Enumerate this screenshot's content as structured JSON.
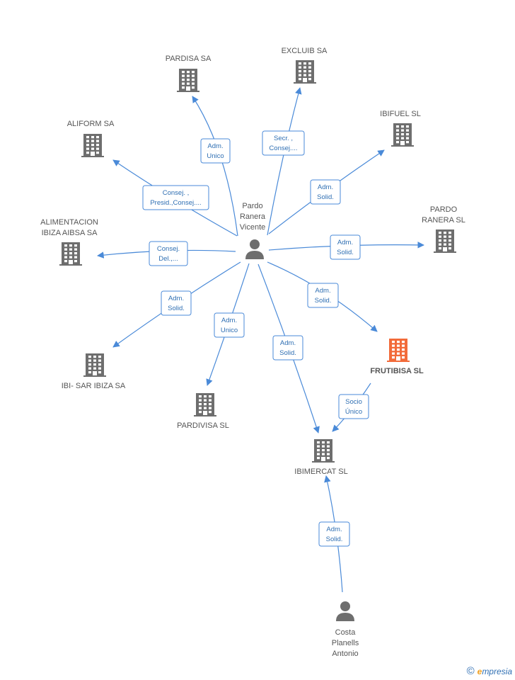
{
  "colors": {
    "edge": "#4a8ad8",
    "building": "#6e6e6e",
    "focus_building": "#f26b3a",
    "person": "#6e6e6e",
    "label": "#555555"
  },
  "nodes": [
    {
      "id": "pardisa",
      "type": "company",
      "label": [
        "PARDISA SA"
      ]
    },
    {
      "id": "excluib",
      "type": "company",
      "label": [
        "EXCLUIB SA"
      ]
    },
    {
      "id": "ibifuel",
      "type": "company",
      "label": [
        "IBIFUEL SL"
      ]
    },
    {
      "id": "aliform",
      "type": "company",
      "label": [
        "ALIFORM SA"
      ]
    },
    {
      "id": "pardo_ranera_sl",
      "type": "company",
      "label": [
        "PARDO",
        "RANERA SL"
      ]
    },
    {
      "id": "alimentacion",
      "type": "company",
      "label": [
        "ALIMENTACION",
        "IBIZA AIBSA SA"
      ]
    },
    {
      "id": "frutibisa",
      "type": "company",
      "focus": true,
      "label": [
        "FRUTIBISA SL"
      ]
    },
    {
      "id": "ibisar",
      "type": "company",
      "label": [
        "IBI- SAR IBIZA SA"
      ]
    },
    {
      "id": "pardivisa",
      "type": "company",
      "label": [
        "PARDIVISA SL"
      ]
    },
    {
      "id": "ibimercat",
      "type": "company",
      "label": [
        "IBIMERCAT SL"
      ]
    },
    {
      "id": "pardo_person",
      "type": "person",
      "label": [
        "Pardo",
        "Ranera",
        "Vicente"
      ]
    },
    {
      "id": "costa_person",
      "type": "person",
      "label": [
        "Costa",
        "Planells",
        "Antonio"
      ]
    }
  ],
  "edges": [
    {
      "from": "pardo_person",
      "to": "pardisa",
      "label": [
        "Adm.",
        "Unico"
      ]
    },
    {
      "from": "pardo_person",
      "to": "excluib",
      "label": [
        "Secr. ,",
        "Consej...."
      ]
    },
    {
      "from": "pardo_person",
      "to": "ibifuel",
      "label": [
        "Adm.",
        "Solid."
      ]
    },
    {
      "from": "pardo_person",
      "to": "aliform",
      "label": [
        "Consej. ,",
        "Presid.,Consej...."
      ]
    },
    {
      "from": "pardo_person",
      "to": "pardo_ranera_sl",
      "label": [
        "Adm.",
        "Solid."
      ]
    },
    {
      "from": "pardo_person",
      "to": "alimentacion",
      "label": [
        "Consej.",
        "Del.,..."
      ]
    },
    {
      "from": "pardo_person",
      "to": "frutibisa",
      "label": [
        "Adm.",
        "Solid."
      ]
    },
    {
      "from": "pardo_person",
      "to": "ibisar",
      "label": [
        "Adm.",
        "Solid."
      ]
    },
    {
      "from": "pardo_person",
      "to": "pardivisa",
      "label": [
        "Adm.",
        "Unico"
      ]
    },
    {
      "from": "pardo_person",
      "to": "ibimercat",
      "label": [
        "Adm.",
        "Solid."
      ]
    },
    {
      "from": "frutibisa",
      "to": "ibimercat",
      "label": [
        "Socio",
        "Único"
      ]
    },
    {
      "from": "costa_person",
      "to": "ibimercat",
      "label": [
        "Adm.",
        "Solid."
      ]
    }
  ],
  "footer": {
    "copyright_symbol": "©",
    "brand_initial": "e",
    "brand_rest": "mpresia"
  }
}
